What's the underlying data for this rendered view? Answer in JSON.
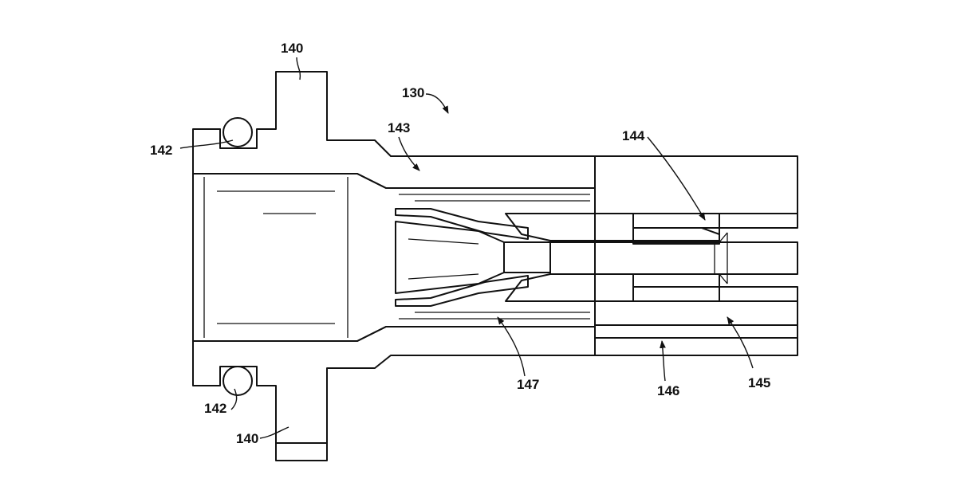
{
  "figure": {
    "assembly_label": "130",
    "labels": {
      "flange_top": "140",
      "flange_bottom": "140",
      "oring_top": "142",
      "oring_bottom": "142",
      "housing": "143",
      "insert": "144",
      "sleeve": "145",
      "tube": "146",
      "cavity": "147"
    }
  }
}
